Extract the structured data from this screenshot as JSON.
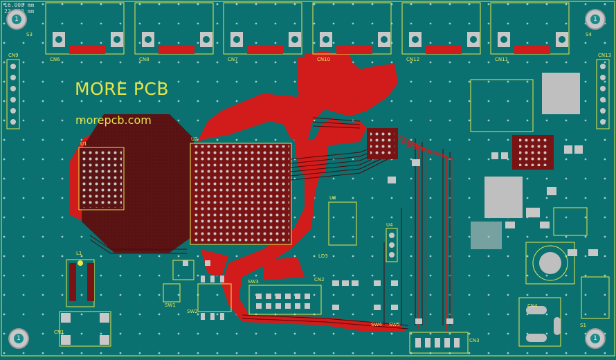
{
  "coordinates": {
    "x": "16.000 mm",
    "y": "22.500 mm"
  },
  "title": "MORE PCB",
  "website": "morepcb.com",
  "mounting_hole_label": "1",
  "colors": {
    "board": "#0b7070",
    "copper": "#d81e1e",
    "silkscreen": "#e8e84a",
    "pad": "#c8c8c8",
    "trace_dark": "#6b1010"
  },
  "connectors_top": [
    "CN6",
    "CN8",
    "CN7",
    "CN10",
    "CN12",
    "CN11"
  ],
  "designators": {
    "u2": "U2",
    "u1": "U1",
    "u3": "U3",
    "u4": "U4",
    "l1": "L1",
    "sw1": "SW1",
    "sw2": "SW2",
    "sw3": "SW3",
    "sw4": "SW4",
    "sw5": "SW5",
    "cn1": "CN1",
    "cn2": "CN2",
    "cn3": "CN3",
    "cn4": "CN4",
    "cn9": "CN9",
    "cn13": "CN13",
    "ld3": "LD3",
    "s3": "S3",
    "s4": "S4",
    "s1": "S1"
  }
}
